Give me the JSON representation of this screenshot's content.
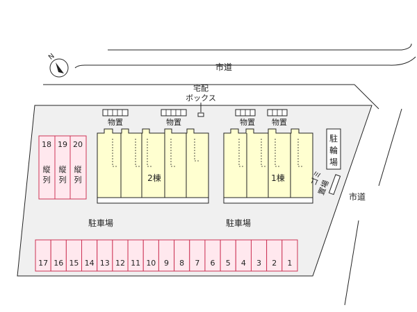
{
  "roads": {
    "top": "市道",
    "right": "市道"
  },
  "delivery_box": {
    "line1": "宅配",
    "line2": "ボックス"
  },
  "storage_label": "物置",
  "buildings": {
    "building2": "2棟",
    "building1": "1棟"
  },
  "bicycle_parking": [
    "駐",
    "輪",
    "場"
  ],
  "garbage": {
    "line1": "ゴミ",
    "line2": "置場"
  },
  "parking_lots": {
    "left": "駐車場",
    "right": "駐車場"
  },
  "parallel_spaces": {
    "numbers": [
      "18",
      "19",
      "20"
    ],
    "label": [
      "縦",
      "列"
    ]
  },
  "bottom_spaces": [
    "17",
    "16",
    "15",
    "14",
    "13",
    "12",
    "11",
    "10",
    "9",
    "8",
    "7",
    "6",
    "5",
    "4",
    "3",
    "2",
    "1"
  ],
  "compass": {
    "north": "N"
  },
  "colors": {
    "lot_fill": "#f0f0f0",
    "building_fill": "#ffffd0",
    "parking_stall_fill": "#ffe8ee",
    "parking_stall_stroke": "#cc3355",
    "outline": "#222222"
  }
}
